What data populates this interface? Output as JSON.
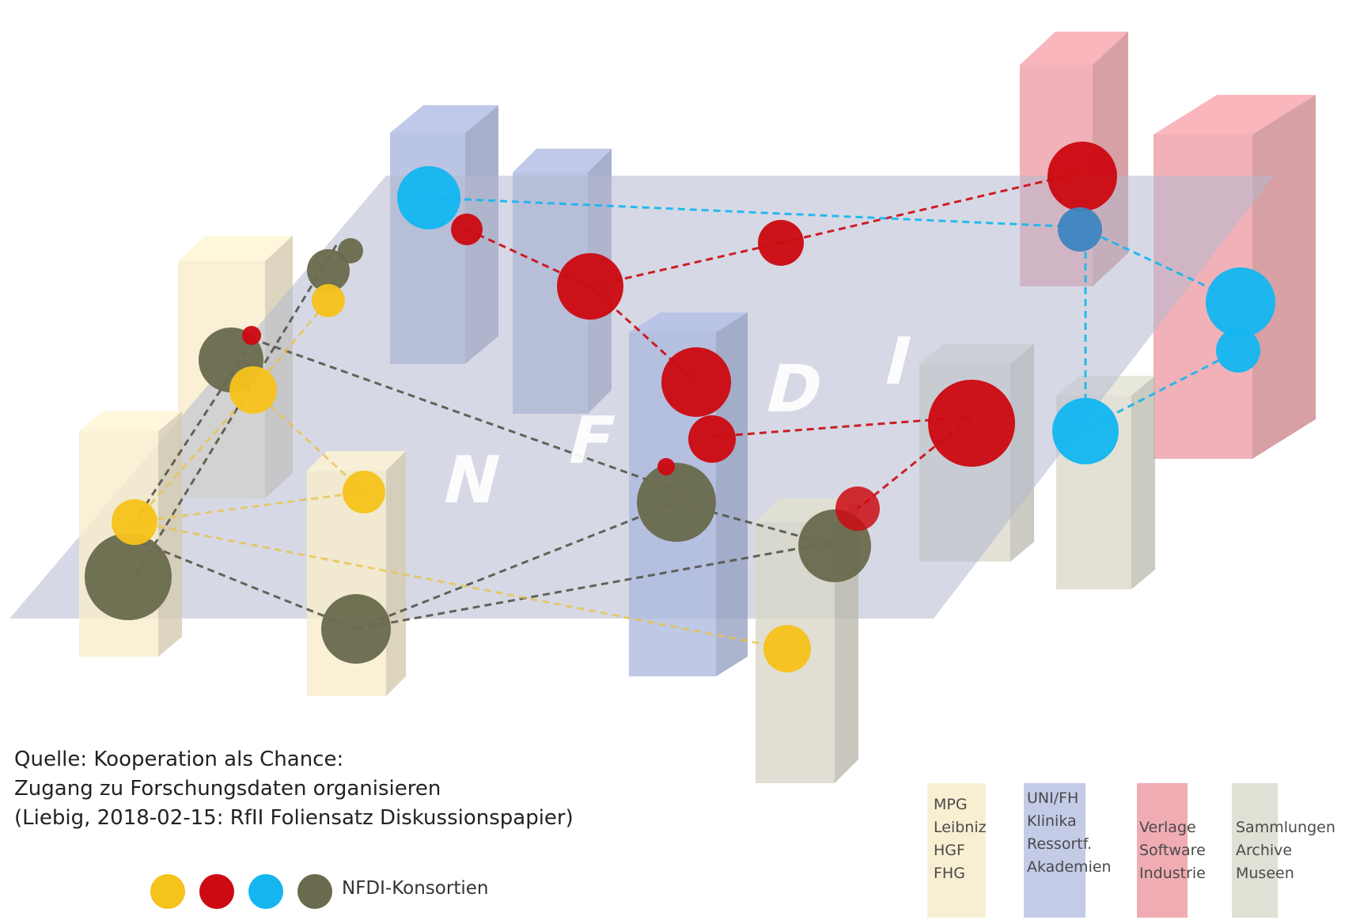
{
  "diagram": {
    "watermark_letters": [
      "N",
      "F",
      "D",
      "I"
    ],
    "colors": {
      "mpg": "#f7eccb",
      "uni": "#a9b5dc",
      "verlage": "#ee9ea6",
      "sammlungen": "#d9d7c8",
      "plane": "#b5b9cf",
      "yellow": "#f6c21c",
      "red": "#cc0a12",
      "cyan": "#14b6f0",
      "olive": "#6a6b4e",
      "steel": "#3f85c0"
    }
  },
  "source": {
    "line1": "Quelle: Kooperation als Chance:",
    "line2": "Zugang zu Forschungsdaten organisieren",
    "line3": "(Liebig, 2018-02-15: RfII Foliensatz Diskussionspapier)"
  },
  "legend": {
    "consortia_label": "NFDI-Konsortien",
    "dot_colors": [
      "#f6c21c",
      "#cc0a12",
      "#14b6f0",
      "#6a6b4e"
    ],
    "groups": [
      {
        "color": "#f7eccb",
        "items": [
          "MPG",
          "Leibniz",
          "HGF",
          "FHG"
        ]
      },
      {
        "color": "#b8c2e3",
        "items": [
          "UNI/FH",
          "Klinika",
          "Ressortf.",
          "Akademien"
        ]
      },
      {
        "color": "#ee9ea6",
        "items": [
          "",
          "Verlage",
          "Software",
          "Industrie"
        ]
      },
      {
        "color": "#dcdacd",
        "items": [
          "",
          "Sammlungen",
          "Archive",
          "Museen"
        ]
      }
    ]
  }
}
